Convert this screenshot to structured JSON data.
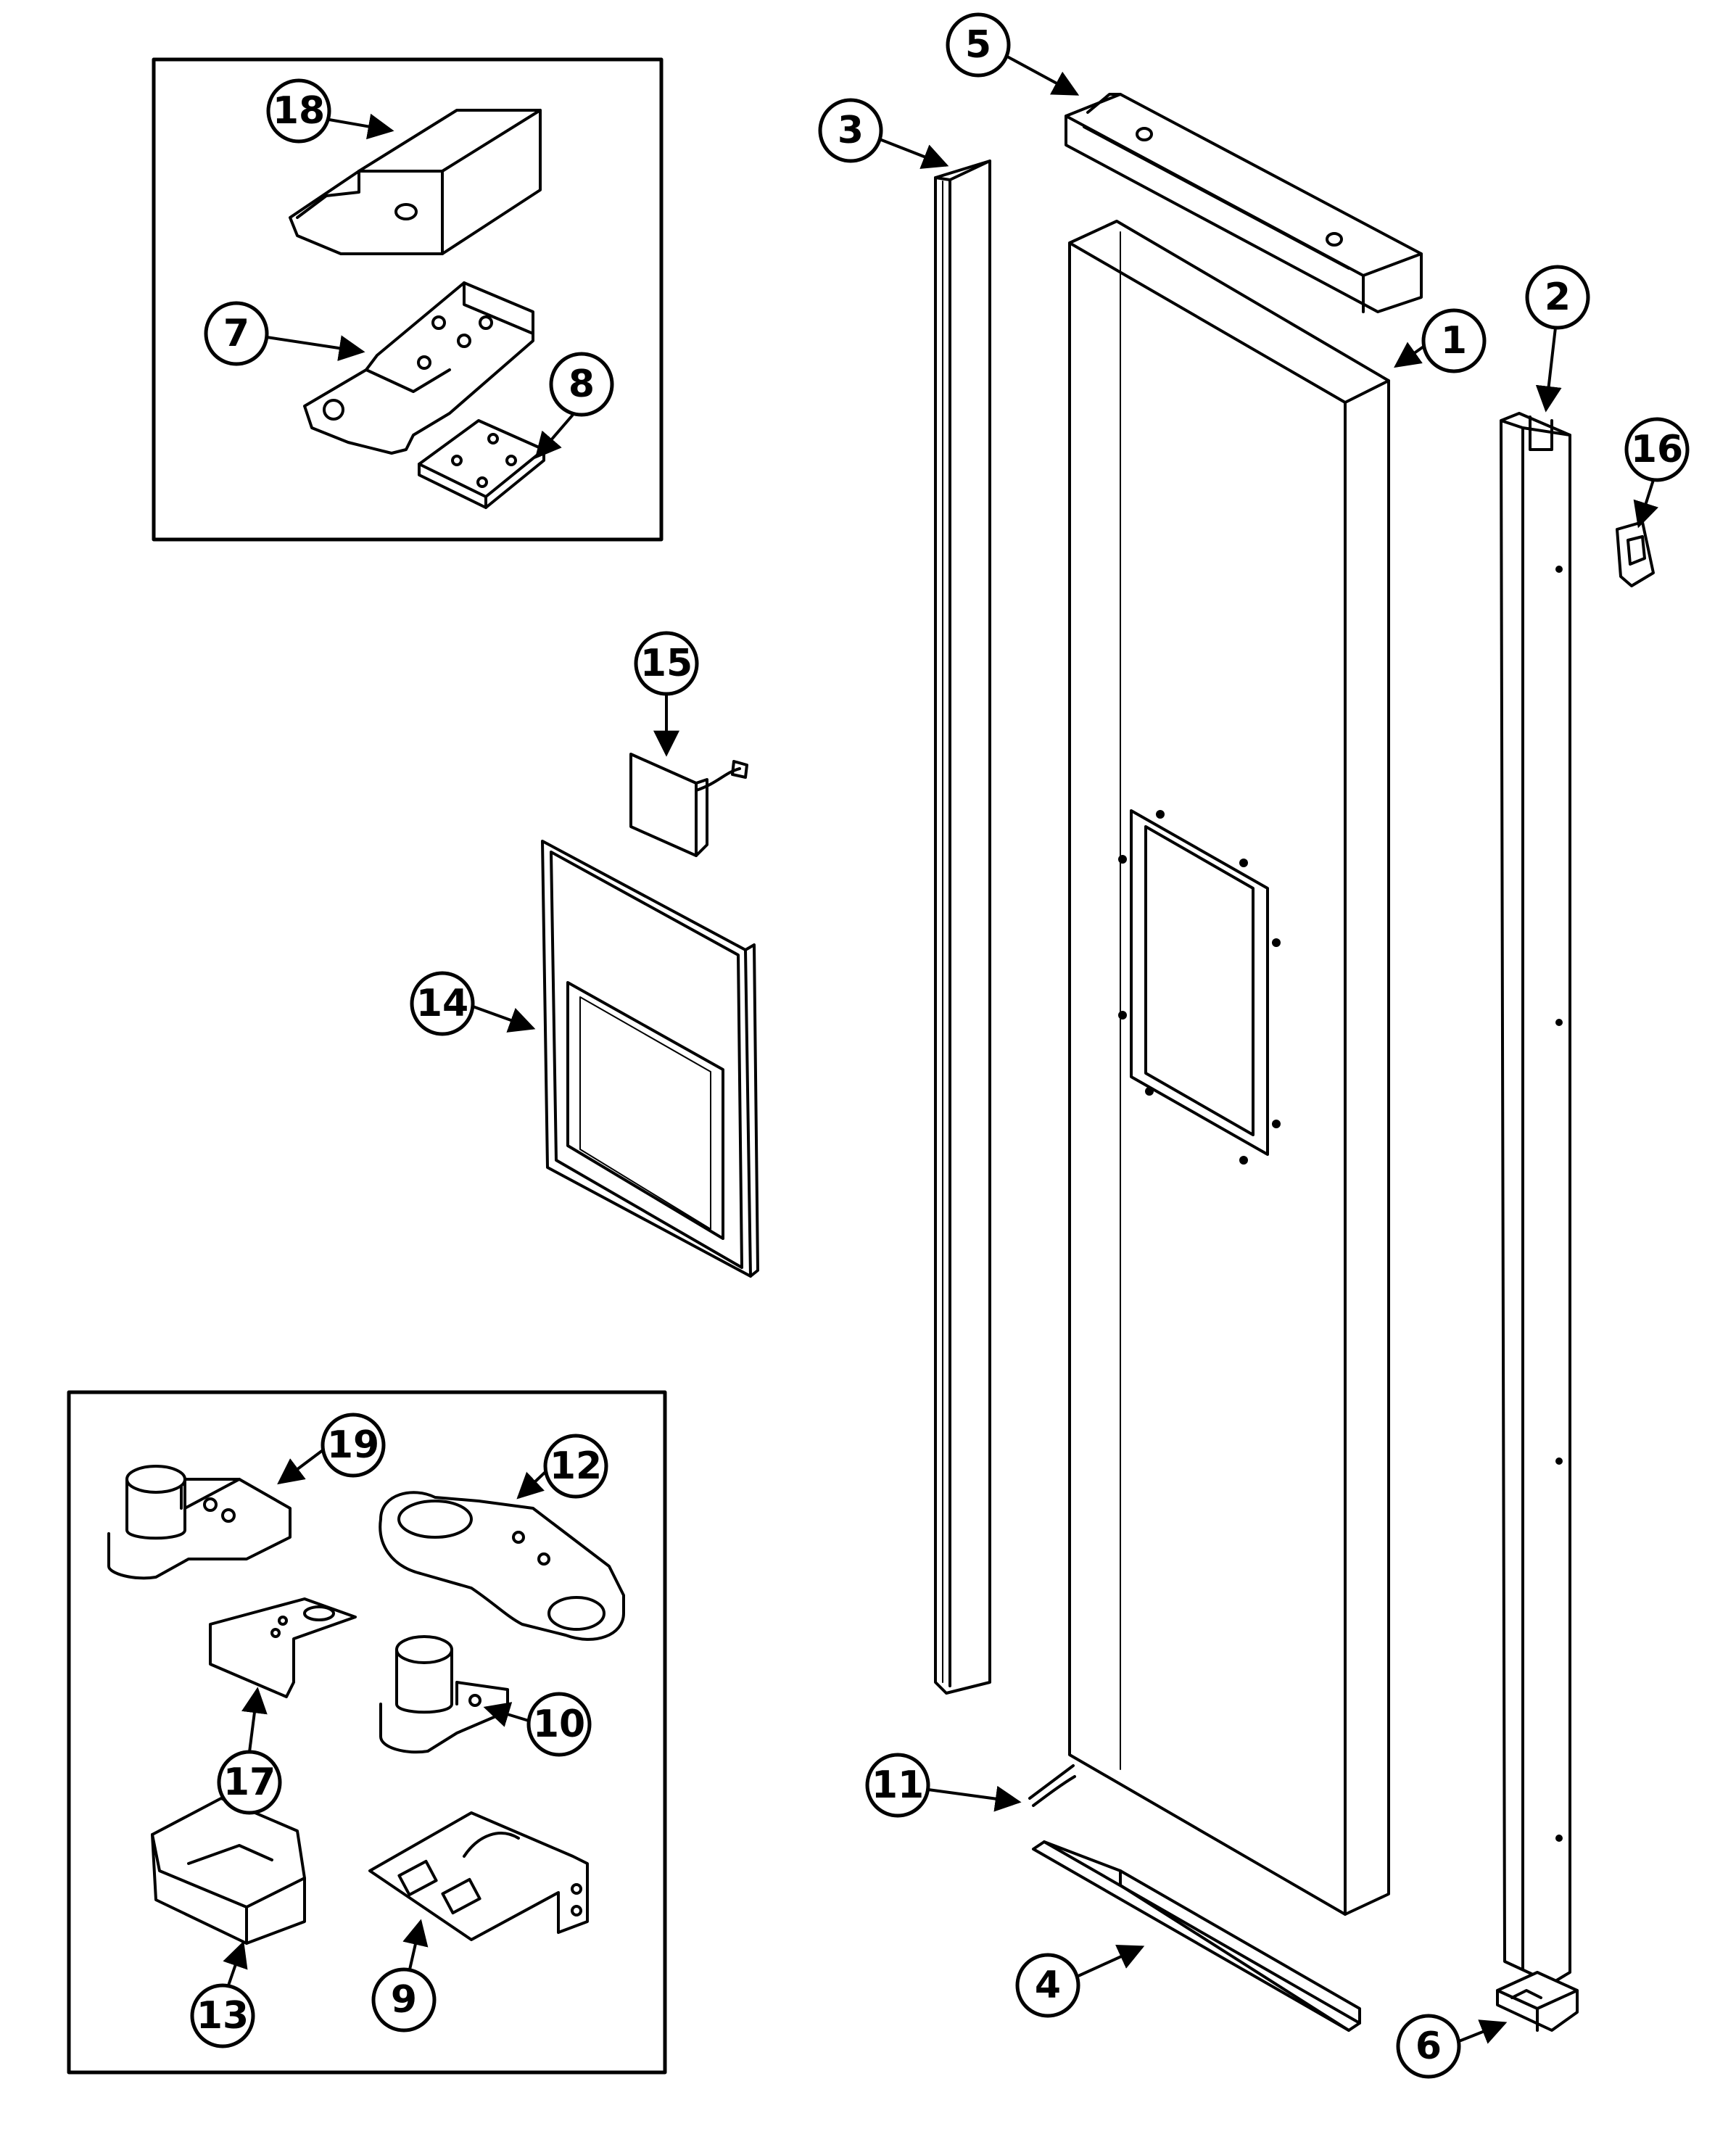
{
  "colors": {
    "ink": "#000000",
    "paper": "#ffffff"
  },
  "callouts": [
    {
      "id": "c1",
      "label": "1"
    },
    {
      "id": "c2",
      "label": "2"
    },
    {
      "id": "c3",
      "label": "3"
    },
    {
      "id": "c4",
      "label": "4"
    },
    {
      "id": "c5",
      "label": "5"
    },
    {
      "id": "c6",
      "label": "6"
    },
    {
      "id": "c7",
      "label": "7"
    },
    {
      "id": "c8",
      "label": "8"
    },
    {
      "id": "c9",
      "label": "9"
    },
    {
      "id": "c10",
      "label": "10"
    },
    {
      "id": "c11",
      "label": "11"
    },
    {
      "id": "c12",
      "label": "12"
    },
    {
      "id": "c13",
      "label": "13"
    },
    {
      "id": "c14",
      "label": "14"
    },
    {
      "id": "c15",
      "label": "15"
    },
    {
      "id": "c16",
      "label": "16"
    },
    {
      "id": "c17",
      "label": "17"
    },
    {
      "id": "c18",
      "label": "18"
    },
    {
      "id": "c19",
      "label": "19"
    }
  ]
}
